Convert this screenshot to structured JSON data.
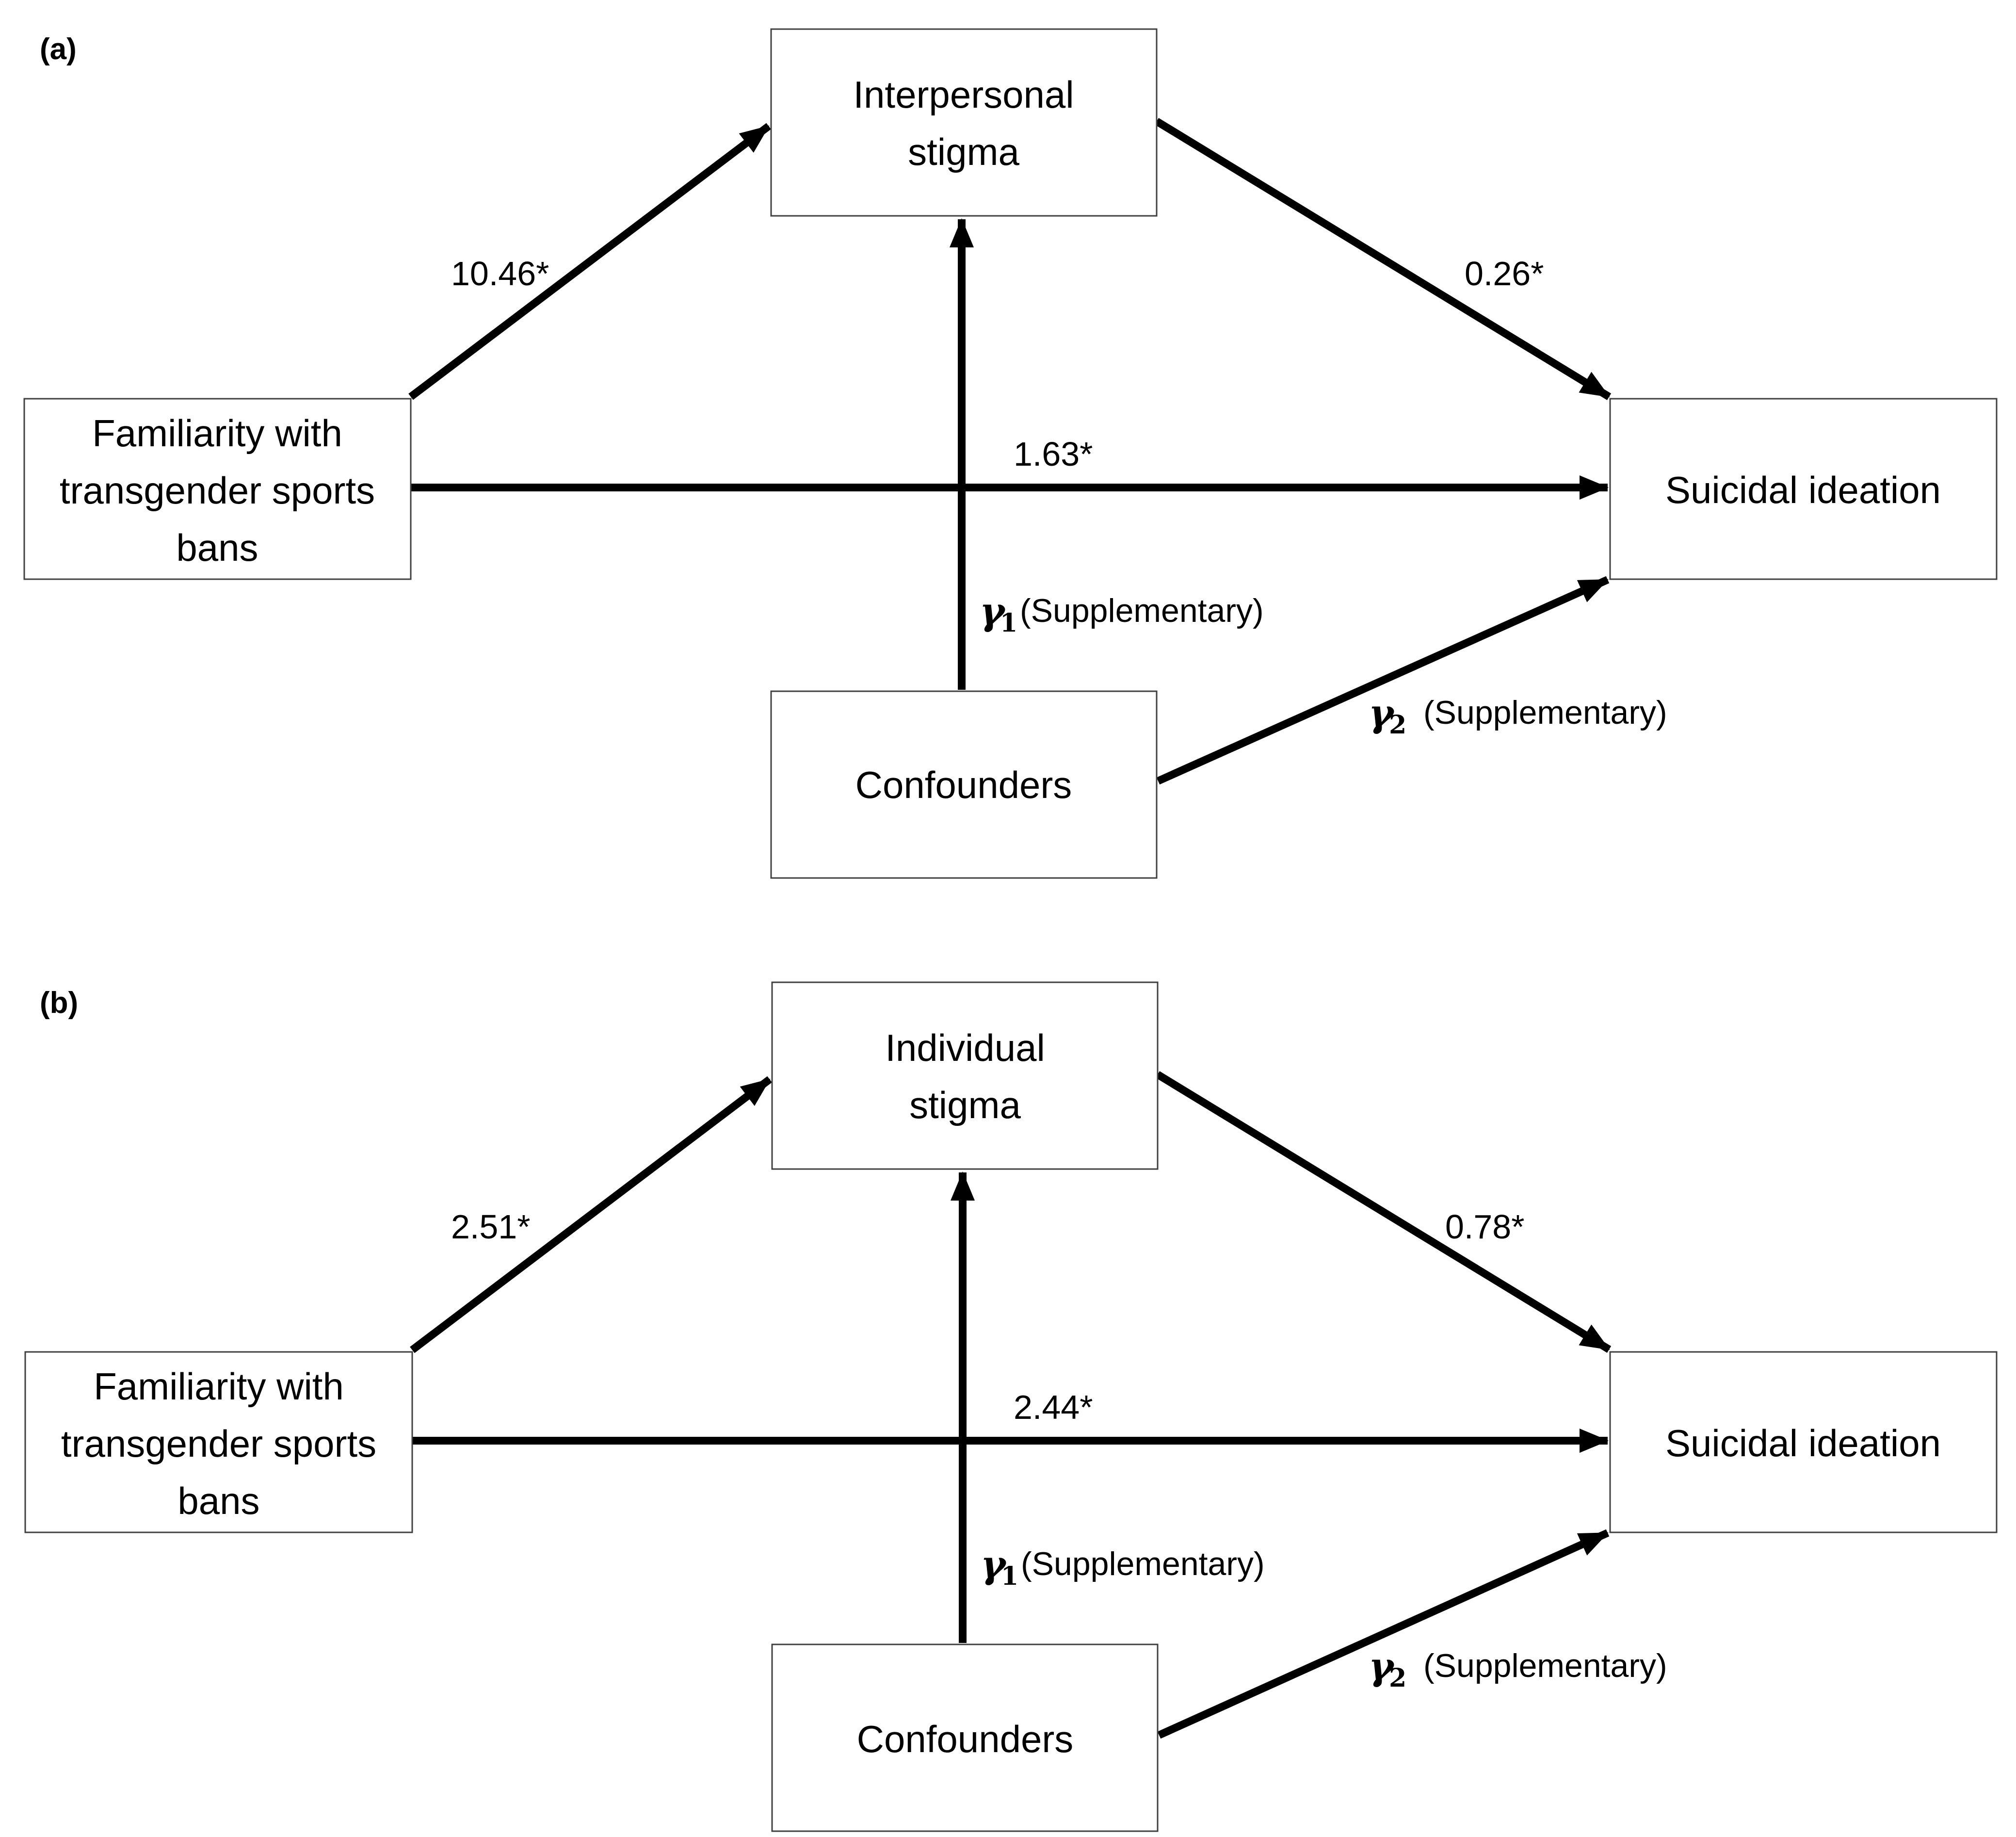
{
  "panels": [
    {
      "label": "(a)",
      "mediator": [
        "Interpersonal",
        "stigma"
      ],
      "exposure": [
        "Familiarity with",
        "transgender sports",
        "bans"
      ],
      "outcome": "Suicidal ideation",
      "confounders": "Confounders",
      "coef_exposure_mediator": "10.46*",
      "coef_mediator_outcome": "0.26*",
      "coef_direct": "1.63*",
      "gamma1": {
        "symbol": "γ",
        "subscript": "1",
        "text": "(Supplementary)"
      },
      "gamma2": {
        "symbol": "γ",
        "subscript": "2",
        "text": "(Supplementary)"
      }
    },
    {
      "label": "(b)",
      "mediator": [
        "Individual",
        "stigma"
      ],
      "exposure": [
        "Familiarity with",
        "transgender sports",
        "bans"
      ],
      "outcome": "Suicidal ideation",
      "confounders": "Confounders",
      "coef_exposure_mediator": "2.51*",
      "coef_mediator_outcome": "0.78*",
      "coef_direct": "2.44*",
      "gamma1": {
        "symbol": "γ",
        "subscript": "1",
        "text": "(Supplementary)"
      },
      "gamma2": {
        "symbol": "γ",
        "subscript": "2",
        "text": "(Supplementary)"
      }
    }
  ]
}
